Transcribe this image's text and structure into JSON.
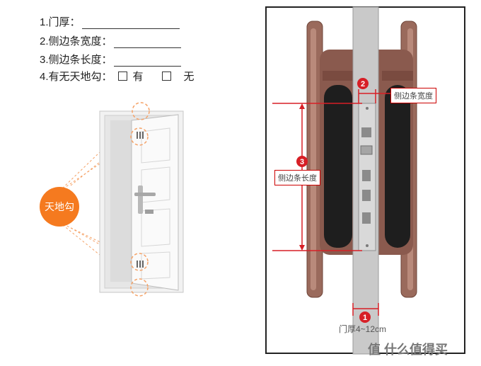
{
  "form": {
    "q1": "1.门厚：",
    "q2": "2.侧边条宽度：",
    "q3": "3.侧边条长度：",
    "q4": "4.有无天地勾：",
    "opt_yes": "有",
    "opt_no": "无"
  },
  "door_tag": "天地勾",
  "lock_diagram": {
    "badge_1": "1",
    "badge_2": "2",
    "badge_3": "3",
    "label_width": "侧边条宽度",
    "label_length": "侧边条长度",
    "label_thickness": "门厚4~12cm"
  },
  "watermark": "值 什么值得买",
  "colors": {
    "accent": "#d71f26",
    "tag": "#f57a1f",
    "lock_body": "#8a5a4e"
  }
}
